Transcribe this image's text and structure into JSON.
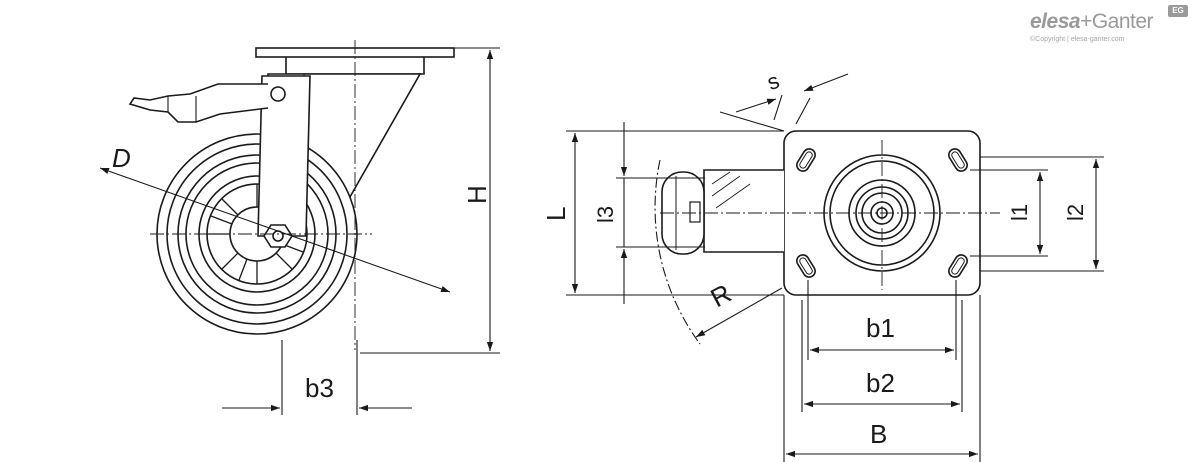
{
  "brand": {
    "name_part1": "elesa",
    "name_sep": "+",
    "name_part2": "Ganter",
    "badge": "EG",
    "copyright": "©Copyright | elesa-ganter.com"
  },
  "dimensions": {
    "D": "D",
    "H": "H",
    "b3": "b3",
    "L": "L",
    "l3": "l3",
    "R": "R",
    "s": "s",
    "l1": "l1",
    "l2": "l2",
    "b1": "b1",
    "b2": "b2",
    "B": "B"
  },
  "colors": {
    "line": "#1a1a1a",
    "logo": "#9a9a9a"
  }
}
